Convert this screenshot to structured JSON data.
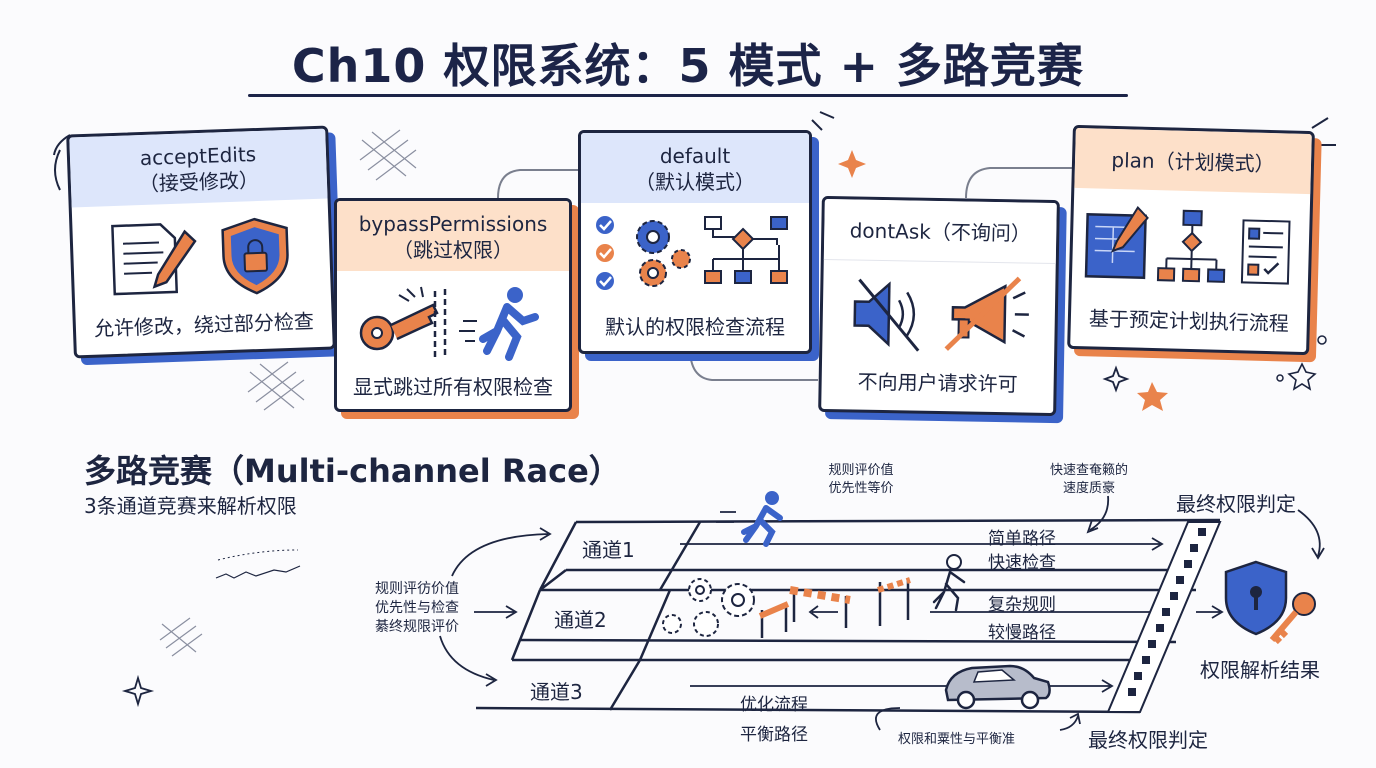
{
  "title": "Ch10 权限系统：5 模式 + 多路竞赛",
  "modes": [
    {
      "name": "acceptEdits",
      "cn": "（接受修改）",
      "desc": "允许修改，绕过部分检查",
      "icons": [
        "document-pencil-icon",
        "shield-lock-icon"
      ]
    },
    {
      "name": "bypassPermissions",
      "cn": "（跳过权限）",
      "desc": "显式跳过所有权限检查",
      "icons": [
        "key-break-icon",
        "running-person-icon"
      ]
    },
    {
      "name": "default",
      "cn": "（默认模式）",
      "desc": "默认的权限检查流程",
      "icons": [
        "checklist-icon",
        "gears-icon",
        "flowchart-icon"
      ]
    },
    {
      "name": "dontAsk",
      "cn": "（不询问）",
      "desc": "不向用户请求许可",
      "icons": [
        "muted-speaker-icon",
        "crossed-megaphone-icon"
      ]
    },
    {
      "name": "plan",
      "cn": "（计划模式）",
      "desc": "基于预定计划执行流程",
      "icons": [
        "blueprint-icon",
        "hierarchy-icon",
        "report-icon"
      ]
    }
  ],
  "race": {
    "title": "多路竞赛（Multi-channel Race）",
    "subtitle": "3条通道竞赛来解析权限",
    "left_note": [
      "规则评彷价值",
      "优先性与检查",
      "綦终规限评价"
    ],
    "top_note_1": [
      "规则评价值",
      "优先性等价"
    ],
    "top_note_2": [
      "快速查奄籁的",
      "速度质豪"
    ],
    "final_top": "最终权限判定",
    "final_bottom": "最终权限判定",
    "bottom_note": "权限和粟性与平衡准",
    "result": "权限解析结果",
    "lanes": [
      {
        "name": "通道1",
        "line1": "简单路径",
        "line2": "快速检查"
      },
      {
        "name": "通道2",
        "line1": "复杂规则",
        "line2": "较慢路径"
      },
      {
        "name": "通道3",
        "line1": "优化流程",
        "line2": "平衡路径"
      }
    ]
  },
  "colors": {
    "ink": "#1d2540",
    "blue": "#3b63c9",
    "orange": "#e9834b",
    "blue_light": "#dde6fb",
    "peach": "#fde0c9"
  }
}
